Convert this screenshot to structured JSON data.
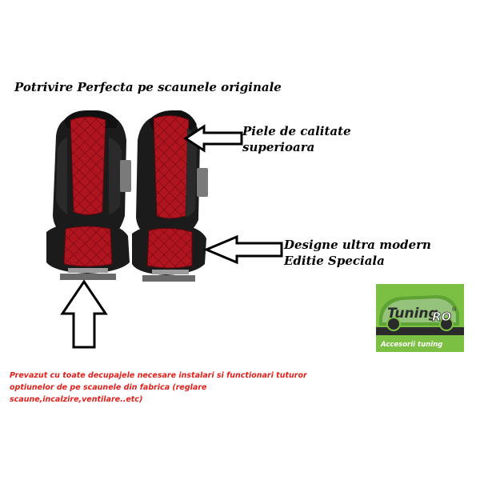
{
  "title": "Potrivire Perfecta pe scaunele originale",
  "labels": {
    "quality_line1": "Piele de calitate",
    "quality_line2": "superioara",
    "design_line1": "Designe ultra modern",
    "design_line2": "Editie Speciala"
  },
  "note": {
    "line1": "Prevazut cu toate decupajele necesare instalari si functionari tuturor",
    "line2": "optiunelor de pe scaunele din fabrica (reglare",
    "line3": "scaune,incalzire,ventilare..etc)",
    "color": "#e0201c"
  },
  "logo": {
    "brand_main": "Tuning",
    "brand_suffix": "RO",
    "trademark": "®",
    "tagline": "Accesorii tuning",
    "green": "#7bc043",
    "dark": "#2a2a2a"
  },
  "colors": {
    "seat_red": "#b0141e",
    "seat_black": "#1b1b1b",
    "arrow": "#000000"
  },
  "icons": {
    "seat_left": "car-seat-front-icon",
    "seat_right": "car-seat-side-icon",
    "arrow_up": "arrow-up-icon",
    "arrow_left_upper": "arrow-left-icon",
    "arrow_left_lower": "arrow-left-icon"
  }
}
